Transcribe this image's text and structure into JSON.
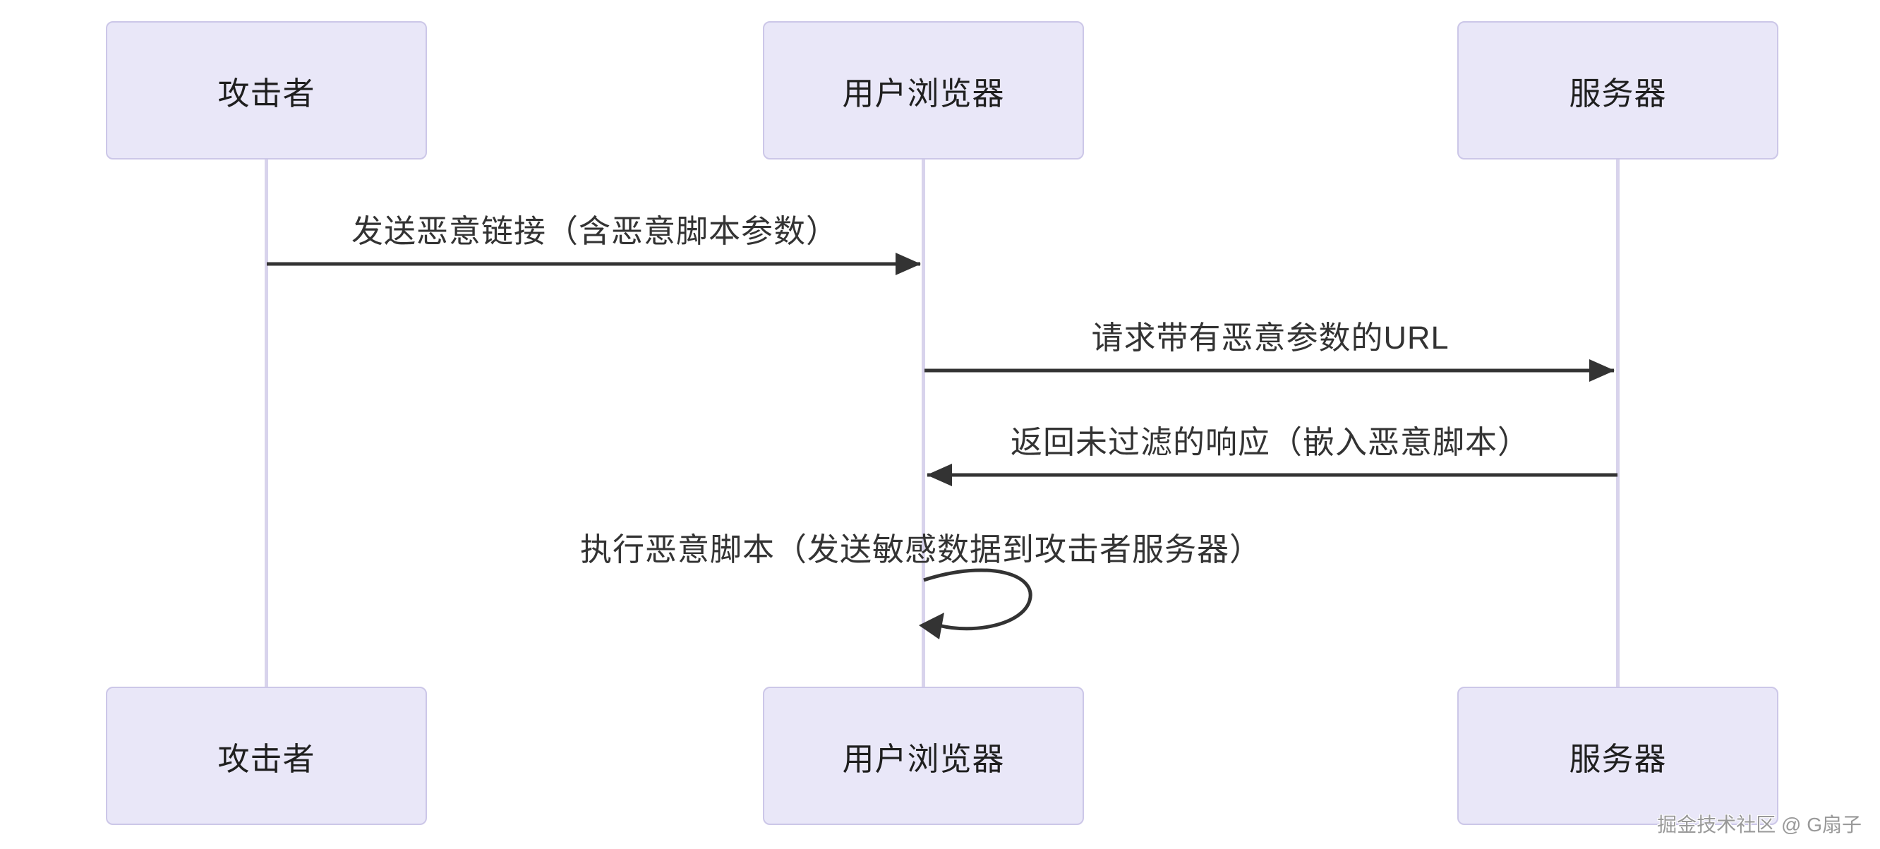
{
  "diagram": {
    "type": "sequence",
    "topic": "xss-attack-flow",
    "colors": {
      "actor_fill": "#e9e7f8",
      "actor_border": "#ccc7e8",
      "lifeline": "#d8d3ec",
      "arrow": "#333333",
      "text": "#1f1f1f",
      "watermark_text": "#999999",
      "background": "#ffffff"
    },
    "actors": [
      {
        "id": "attacker",
        "label": "攻击者"
      },
      {
        "id": "browser",
        "label": "用户浏览器"
      },
      {
        "id": "server",
        "label": "服务器"
      }
    ],
    "messages": [
      {
        "from": "attacker",
        "to": "browser",
        "style": "solid-arrow",
        "label": "发送恶意链接（含恶意脚本参数）"
      },
      {
        "from": "browser",
        "to": "server",
        "style": "solid-arrow",
        "label": "请求带有恶意参数的URL"
      },
      {
        "from": "server",
        "to": "browser",
        "style": "solid-arrow",
        "label": "返回未过滤的响应（嵌入恶意脚本）"
      },
      {
        "from": "browser",
        "to": "browser",
        "style": "self-loop",
        "label": "执行恶意脚本（发送敏感数据到攻击者服务器）"
      }
    ],
    "watermark": "掘金技术社区 @ G扇子"
  }
}
